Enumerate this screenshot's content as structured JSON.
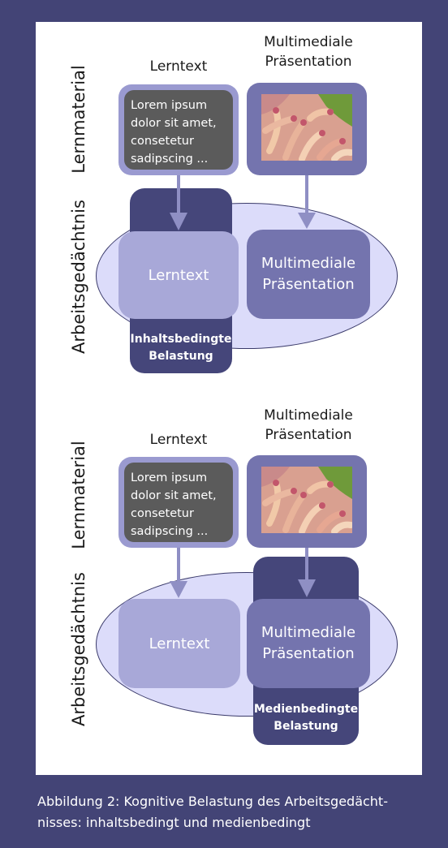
{
  "diagrams": [
    {
      "axis_top": "Lernmaterial",
      "axis_bottom": "Arbeitsgedächtnis",
      "head_text": "Lerntext",
      "head_media": [
        "Multimediale",
        "Präsentation"
      ],
      "card_text": [
        "Lorem ipsum",
        "dolor sit amet,",
        "consetetur",
        "sadipscing ..."
      ],
      "mem_text": "Lerntext",
      "mem_media": [
        "Multimediale",
        "Präsentation"
      ],
      "load_label": [
        "Inhaltsbedingte",
        "Belastung"
      ]
    },
    {
      "axis_top": "Lernmaterial",
      "axis_bottom": "Arbeitsgedächtnis",
      "head_text": "Lerntext",
      "head_media": [
        "Multimediale",
        "Präsentation"
      ],
      "card_text": [
        "Lorem ipsum",
        "dolor sit amet,",
        "consetetur",
        "sadipscing ..."
      ],
      "mem_text": "Lerntext",
      "mem_media": [
        "Multimediale",
        "Präsentation"
      ],
      "load_label": [
        "Medienbedingte",
        "Belastung"
      ]
    }
  ],
  "caption": [
    "Abbildung 2: Kognitive Belastung des Arbeitsgedächt-",
    "nisses: inhaltsbedingt und medienbedingt"
  ],
  "colors": {
    "frame": "#434476",
    "load_box": "#45467a",
    "mem_text_box": "#a8a8d8",
    "mem_media_box": "#7474ae",
    "ellipse": "#dcdcfa",
    "arrow": "#8f8fc4"
  },
  "icons": {
    "media_photo": "coral-photo"
  }
}
